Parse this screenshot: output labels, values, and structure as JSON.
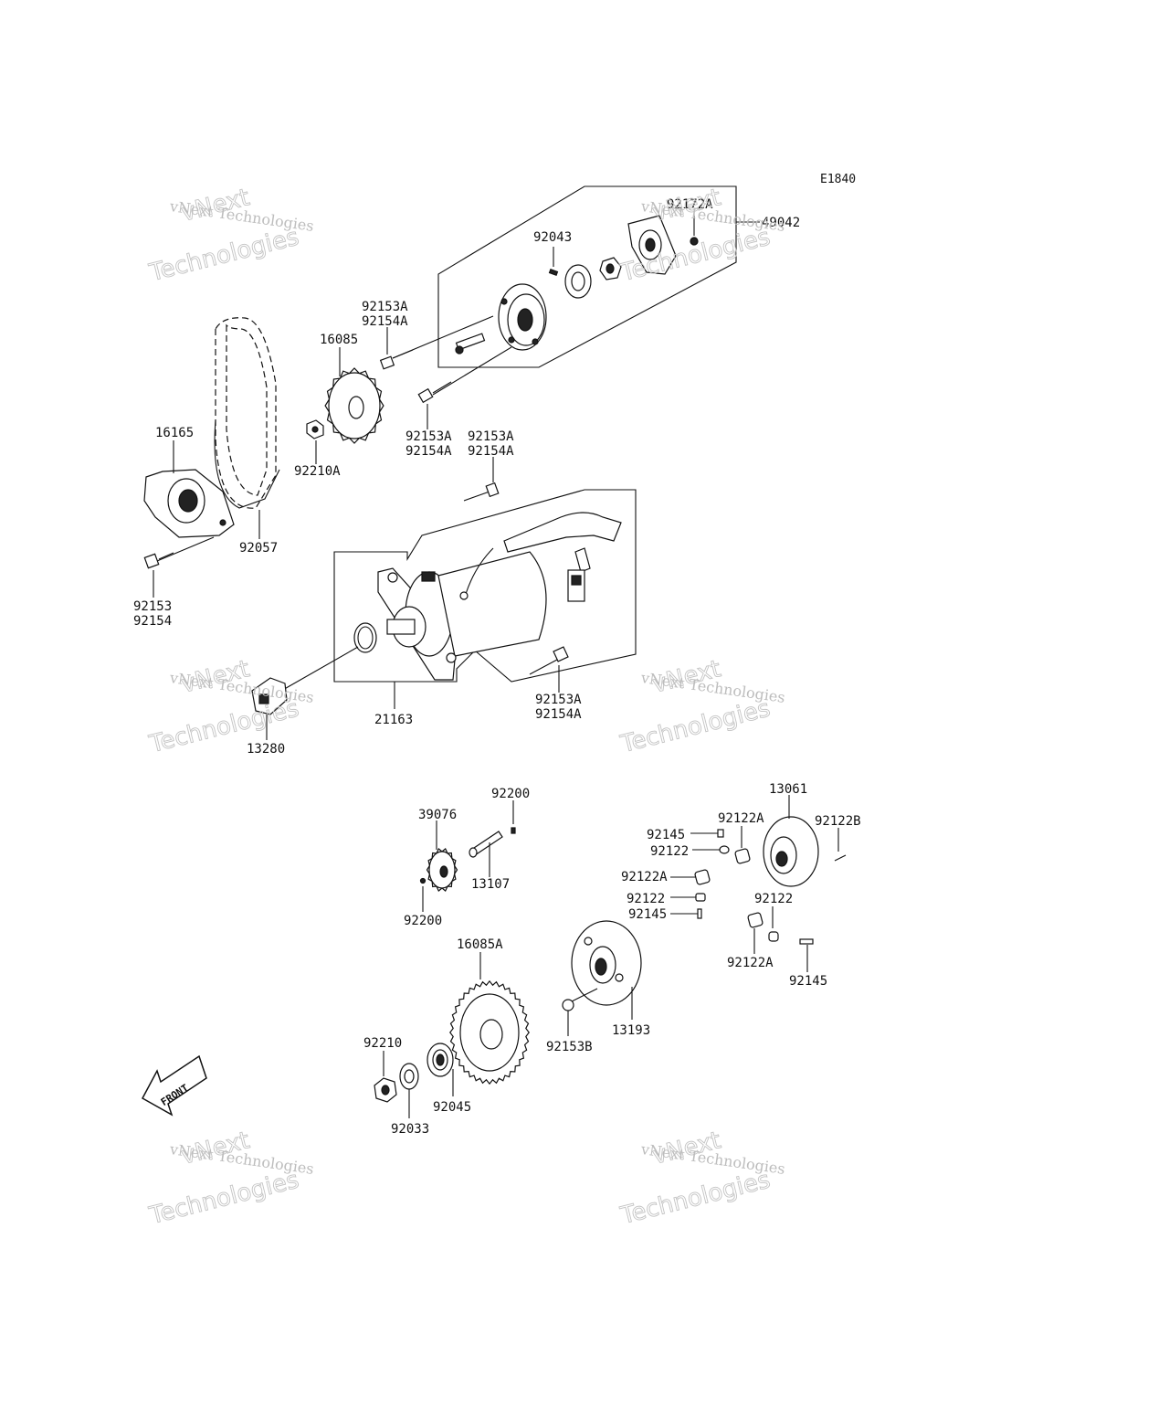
{
  "diagram": {
    "code": "E1840",
    "front_label": "FRONT",
    "part_numbers": {
      "p92172A": "92172A",
      "p49042": "49042",
      "p92043": "92043",
      "p92153A_92154A_top": [
        "92153A",
        "92154A"
      ],
      "p16085": "16085",
      "p92153A_92154A_mid": [
        "92153A",
        "92154A"
      ],
      "p92153A_92154A_right": [
        "92153A",
        "92154A"
      ],
      "p16165": "16165",
      "p92210A": "92210A",
      "p92057": "92057",
      "p92153_92154": [
        "92153",
        "92154"
      ],
      "p92153A_92154A_low": [
        "92153A",
        "92154A"
      ],
      "p21163": "21163",
      "p13280": "13280",
      "p92200_top": "92200",
      "p39076": "39076",
      "p13107": "13107",
      "p92200_bot": "92200",
      "p13061": "13061",
      "p92122A_top": "92122A",
      "p92122B": "92122B",
      "p92145_top": "92145",
      "p92122_top": "92122",
      "p92122A_mid": "92122A",
      "p92122_mid": "92122",
      "p92145_mid": "92145",
      "p92122_right": "92122",
      "p92122A_bot": "92122A",
      "p92145_bot": "92145",
      "p16085A": "16085A",
      "p92153B": "92153B",
      "p13193": "13193",
      "p92210": "92210",
      "p92045": "92045",
      "p92033": "92033"
    }
  },
  "watermark": {
    "line1": "vNext",
    "line2": "vNext Technologies",
    "line3": "Technologies"
  }
}
